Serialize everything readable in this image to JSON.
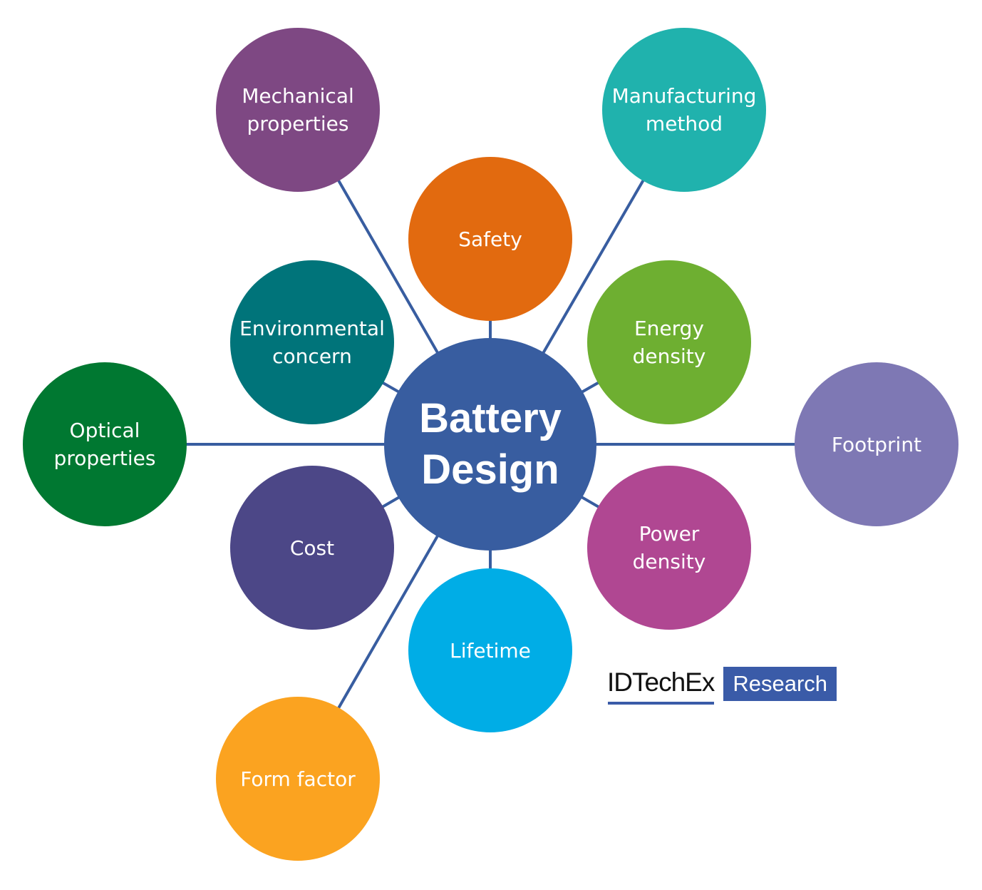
{
  "diagram": {
    "center": {
      "label": "Battery\nDesign",
      "color": "#385da0"
    },
    "link_color": "#385da0",
    "nodes": [
      {
        "id": "mechanical",
        "label": "Mechanical\nproperties",
        "color": "#7e4883"
      },
      {
        "id": "manufacturing",
        "label": "Manufacturing\nmethod",
        "color": "#20b2ad"
      },
      {
        "id": "safety",
        "label": "Safety",
        "color": "#e26a0f"
      },
      {
        "id": "environmental",
        "label": "Environmental\nconcern",
        "color": "#00747a"
      },
      {
        "id": "energy",
        "label": "Energy\ndensity",
        "color": "#6eaf31"
      },
      {
        "id": "optical",
        "label": "Optical\nproperties",
        "color": "#007831"
      },
      {
        "id": "footprint",
        "label": "Footprint",
        "color": "#7e78b4"
      },
      {
        "id": "cost",
        "label": "Cost",
        "color": "#4c4787"
      },
      {
        "id": "power",
        "label": "Power\ndensity",
        "color": "#b04792"
      },
      {
        "id": "lifetime",
        "label": "Lifetime",
        "color": "#00ade6"
      },
      {
        "id": "formfactor",
        "label": "Form factor",
        "color": "#fba320"
      }
    ]
  },
  "logo": {
    "brand": "IDTechEx",
    "tag": "Research"
  }
}
